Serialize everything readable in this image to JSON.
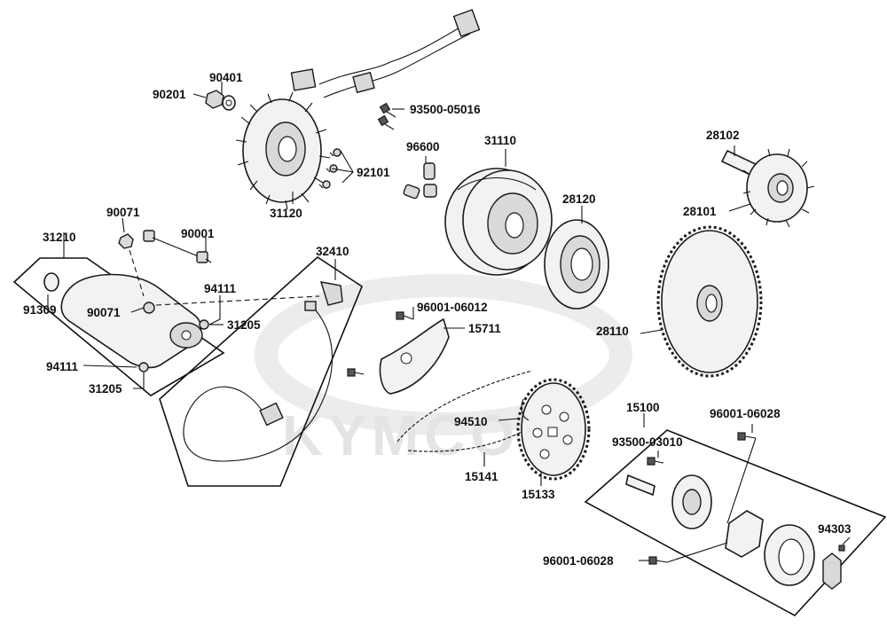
{
  "watermark": {
    "brand": "KYMCO"
  },
  "labels": {
    "p90401": "90401",
    "p90201": "90201",
    "p93500_05016": "93500-05016",
    "p92101": "92101",
    "p31120": "31120",
    "p96600": "96600",
    "p31110": "31110",
    "p28120": "28120",
    "p28102": "28102",
    "p28101": "28101",
    "p28110": "28110",
    "p31210": "31210",
    "p90071_top": "90071",
    "p90001": "90001",
    "p91309": "91309",
    "p94111_top": "94111",
    "p90071_side": "90071",
    "p31205_right": "31205",
    "p94111_bottom": "94111",
    "p31205_bottom": "31205",
    "p32410": "32410",
    "p96001_06012": "96001-06012",
    "p15711": "15711",
    "p94510": "94510",
    "p15141": "15141",
    "p15133": "15133",
    "p15100": "15100",
    "p96001_06028_top": "96001-06028",
    "p93500_03010": "93500-03010",
    "p94303": "94303",
    "p96001_06028_bottom": "96001-06028"
  }
}
